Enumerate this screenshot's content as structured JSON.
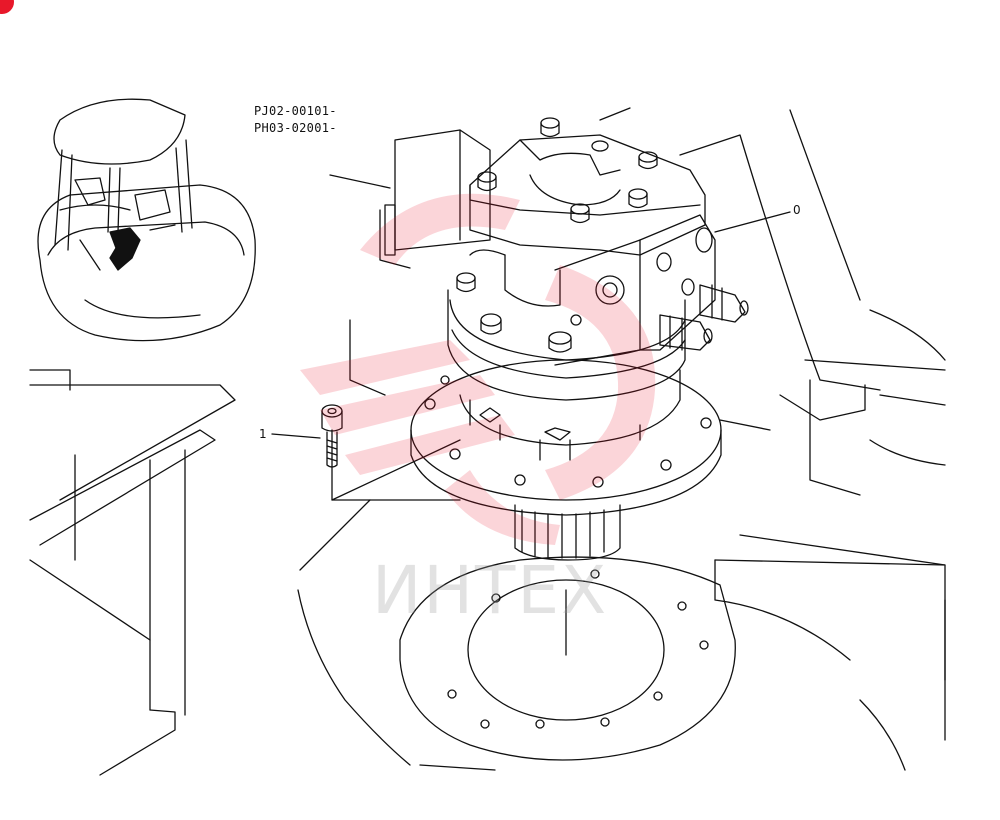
{
  "diagram": {
    "serial_ranges": [
      "PJ02-00101-",
      "PH03-02001-"
    ],
    "callouts": [
      {
        "ref": "0",
        "part": "swing-motor-assembly"
      },
      {
        "ref": "1",
        "part": "socket-head-bolt"
      }
    ],
    "watermark": {
      "text": "ИНТЕХ",
      "color": "#e8182a"
    },
    "line_color": "#111111"
  }
}
